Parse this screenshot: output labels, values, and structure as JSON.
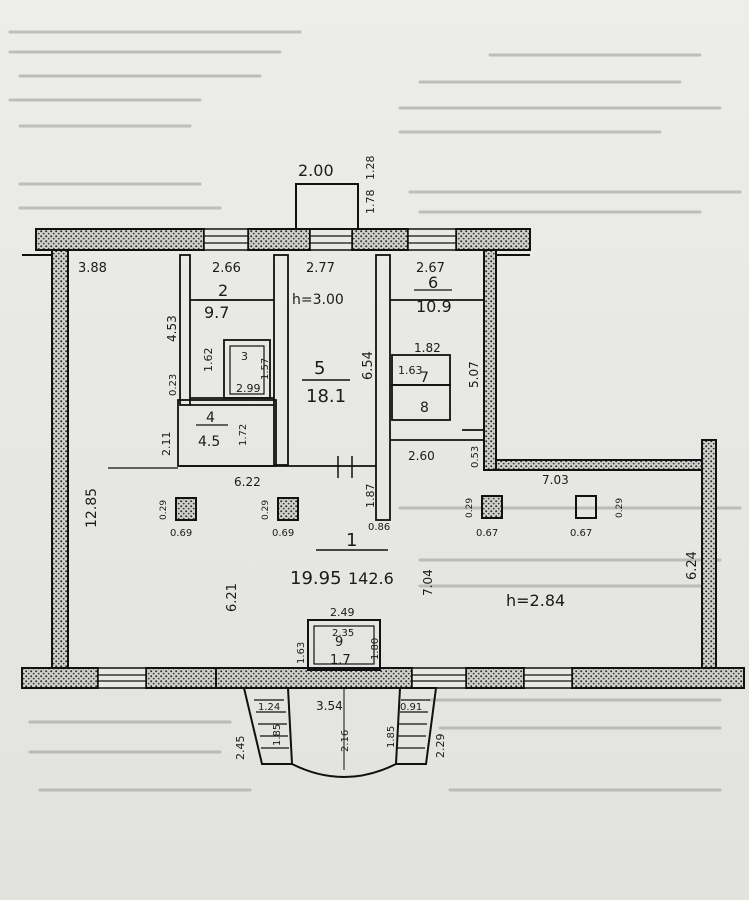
{
  "plan": {
    "rooms": [
      {
        "number": "1",
        "area": "19.95",
        "area_extra": "142.6"
      },
      {
        "number": "2",
        "area": "9.7"
      },
      {
        "number": "3",
        "area": "2.99"
      },
      {
        "number": "4",
        "area": "4.5"
      },
      {
        "number": "5",
        "area": "18.1"
      },
      {
        "number": "6",
        "area": "10.9"
      },
      {
        "number": "7",
        "area": "1.63"
      },
      {
        "number": "8",
        "area": ""
      },
      {
        "number": "9",
        "area": "1.7"
      }
    ],
    "heights": {
      "top": "h=3.00",
      "main": "h=2.84"
    },
    "dims": {
      "d_200": "2.00",
      "d_178": "1.78",
      "d_128": "1.28",
      "d_388": "3.88",
      "d_266": "2.66",
      "d_277": "2.77",
      "d_267": "2.67",
      "d_453": "4.53",
      "d_162": "1.62",
      "d_157": "1.57",
      "d_023": "0.23",
      "d_211": "2.11",
      "d_172": "1.72",
      "d_622": "6.22",
      "d_654": "6.54",
      "d_182": "1.82",
      "d_507": "5.07",
      "d_053": "0.53",
      "d_260": "2.60",
      "d_187": "1.87",
      "d_086": "0.86",
      "d_703": "7.03",
      "d_1285": "12.85",
      "d_029": "0.29",
      "d_069": "0.69",
      "d_067": "0.67",
      "d_621": "6.21",
      "d_624": "6.24",
      "d_704": "7.04",
      "d_249": "2.49",
      "d_235": "2.35",
      "d_163": "1.63",
      "d_180": "1.80",
      "d_245": "2.45",
      "d_124": "1.24",
      "d_185": "1.85",
      "d_354": "3.54",
      "d_216": "2.16",
      "d_091": "0.91",
      "d_229": "2.29"
    }
  }
}
